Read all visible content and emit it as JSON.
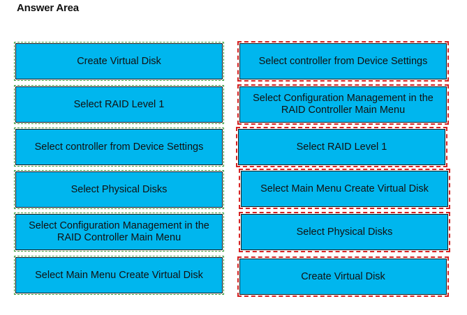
{
  "title": "Answer Area",
  "source_list": [
    "Create Virtual Disk",
    "Select RAID Level 1",
    "Select controller from Device Settings",
    "Select Physical Disks",
    "Select Configuration Management in the RAID Controller Main Menu",
    "Select Main Menu Create Virtual Disk"
  ],
  "answer_list": [
    "Select controller from Device Settings",
    "Select Configuration Management in the RAID Controller Main Menu",
    "Select RAID Level 1",
    "Select Main Menu Create Virtual Disk",
    "Select Physical Disks",
    "Create Virtual Disk"
  ],
  "colors": {
    "box_fill": "#00b6ee",
    "source_outline": "#3a9a3a",
    "answer_outline": "#d42020"
  }
}
